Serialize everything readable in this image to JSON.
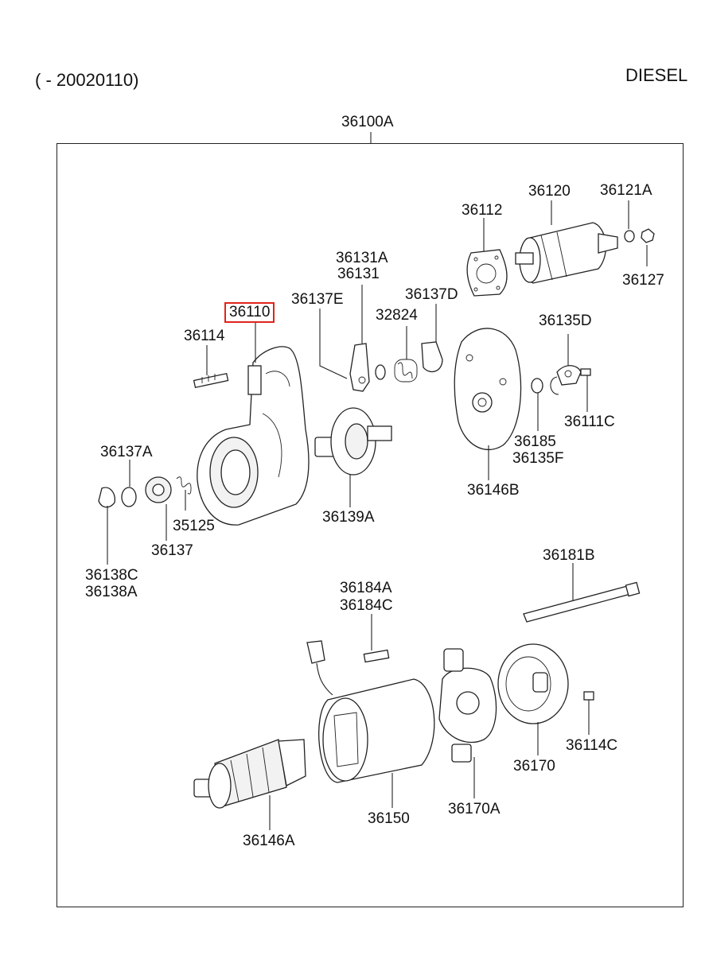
{
  "header": {
    "date_range": "( - 20020110)",
    "engine": "DIESEL"
  },
  "assembly": {
    "code": "36100A"
  },
  "highlight_color": "#e0241b",
  "callouts": {
    "c36110": "36110",
    "c36114": "36114",
    "c36137E": "36137E",
    "c36131A": "36131A",
    "c36131": "36131",
    "c32824": "32824",
    "c36137D": "36137D",
    "c36112": "36112",
    "c36120": "36120",
    "c36121A": "36121A",
    "c36127": "36127",
    "c36135D": "36135D",
    "c36111C": "36111C",
    "c36185": "36185",
    "c36135F": "36135F",
    "c36146B": "36146B",
    "c36139A": "36139A",
    "c36137A": "36137A",
    "c35125": "35125",
    "c36137": "36137",
    "c36138C": "36138C",
    "c36138A": "36138A",
    "c36181B": "36181B",
    "c36184A": "36184A",
    "c36184C": "36184C",
    "c36114C": "36114C",
    "c36170": "36170",
    "c36170A": "36170A",
    "c36150": "36150",
    "c36146A": "36146A"
  }
}
